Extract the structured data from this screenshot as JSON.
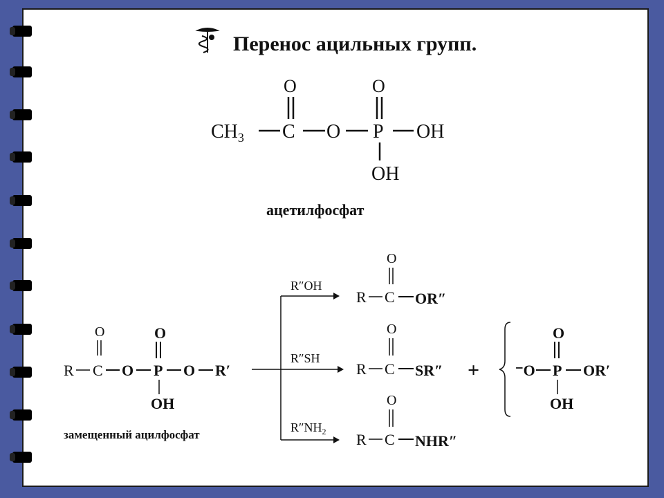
{
  "title": "Перенос ацильных групп.",
  "acetyl": {
    "caption": "ацетилфосфат",
    "o_top_left": "O",
    "o_top_right": "O",
    "ch3": "CH",
    "ch3_sub": "3",
    "c": "C",
    "o_bridge": "O",
    "p": "P",
    "oh_right": "OH",
    "oh_bottom": "OH"
  },
  "substituted": {
    "caption": "замещенный ацилфосфат",
    "r": "R",
    "c": "C",
    "o_carbonyl": "O",
    "o1": "O",
    "p": "P",
    "o_p_top": "O",
    "o2": "O",
    "r_prime": "R′",
    "oh": "OH"
  },
  "reactions": [
    {
      "reagent": "R″OH",
      "r": "R",
      "c": "C",
      "o": "O",
      "group": "OR″"
    },
    {
      "reagent": "R″SH",
      "r": "R",
      "c": "C",
      "o": "O",
      "group": "SR″"
    },
    {
      "reagent": "R″NH",
      "reagent_sub": "2",
      "r": "R",
      "c": "C",
      "o": "O",
      "group": "NHR″"
    }
  ],
  "product": {
    "plus": "+",
    "anion_o": "⁻O",
    "p": "P",
    "o_top": "O",
    "or_prime": "OR′",
    "oh": "OH"
  },
  "icons": [
    "caduceus-icon",
    "spiral-binding-ring"
  ],
  "colors": {
    "background": "#4a5aa0",
    "page": "#ffffff",
    "ink": "#111111"
  }
}
